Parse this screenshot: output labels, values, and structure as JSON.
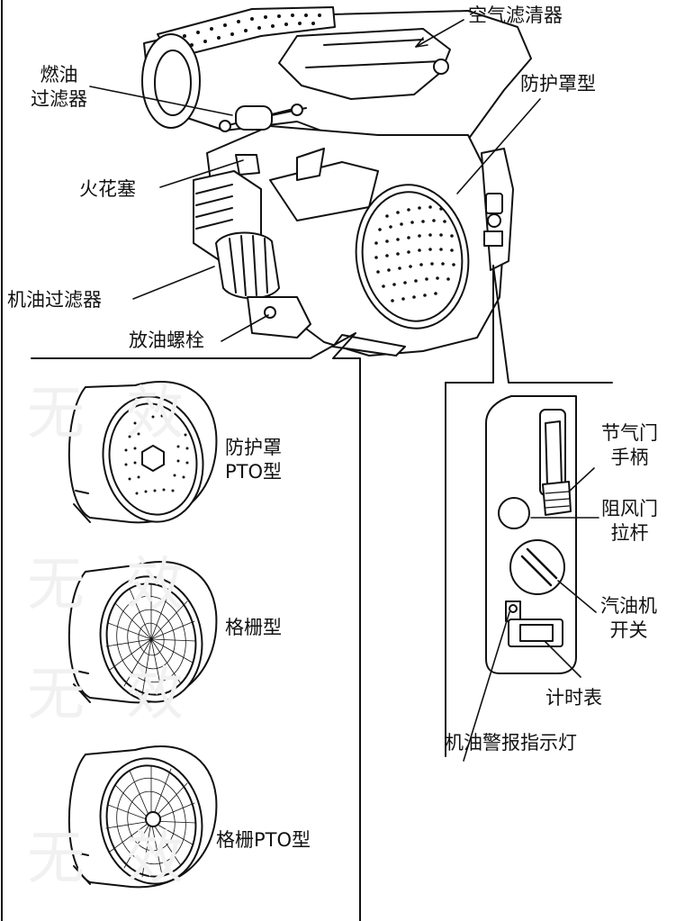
{
  "labels": {
    "air_cleaner": "空气滤清器",
    "fuel_filter": [
      "燃油",
      "过滤器"
    ],
    "guard_type": "防护罩型",
    "spark_plug": "火花塞",
    "oil_filter": "机油过滤器",
    "drain_bolt": "放油螺栓",
    "guard_pto": [
      "防护罩",
      "PTO型"
    ],
    "grille": "格栅型",
    "grille_pto": "格栅PTO型",
    "throttle": [
      "节气门",
      "手柄"
    ],
    "choke": [
      "阻风门",
      "拉杆"
    ],
    "engine_switch": [
      "汽油机",
      "开关"
    ],
    "hour_meter": "计时表",
    "oil_alert": "机油警报指示灯"
  },
  "watermark": [
    "无",
    "效"
  ],
  "icons": [
    "engine-illustration",
    "guard-pto-variant",
    "grille-variant",
    "grille-pto-variant",
    "control-panel"
  ]
}
